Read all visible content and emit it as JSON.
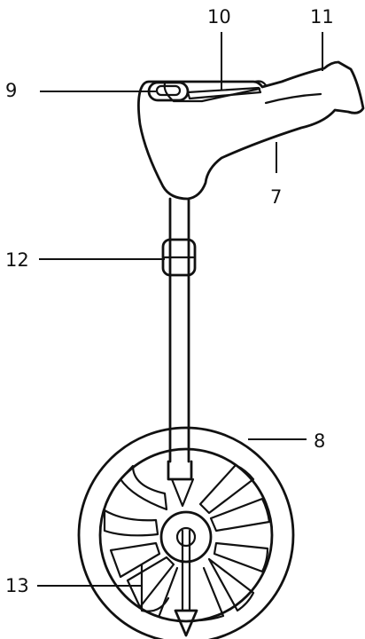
{
  "callouts": {
    "c7": "7",
    "c8": "8",
    "c9": "9",
    "c10": "10",
    "c11": "11",
    "c12": "12",
    "c13": "13"
  },
  "style": {
    "ink": "#111111",
    "background": "#ffffff"
  }
}
